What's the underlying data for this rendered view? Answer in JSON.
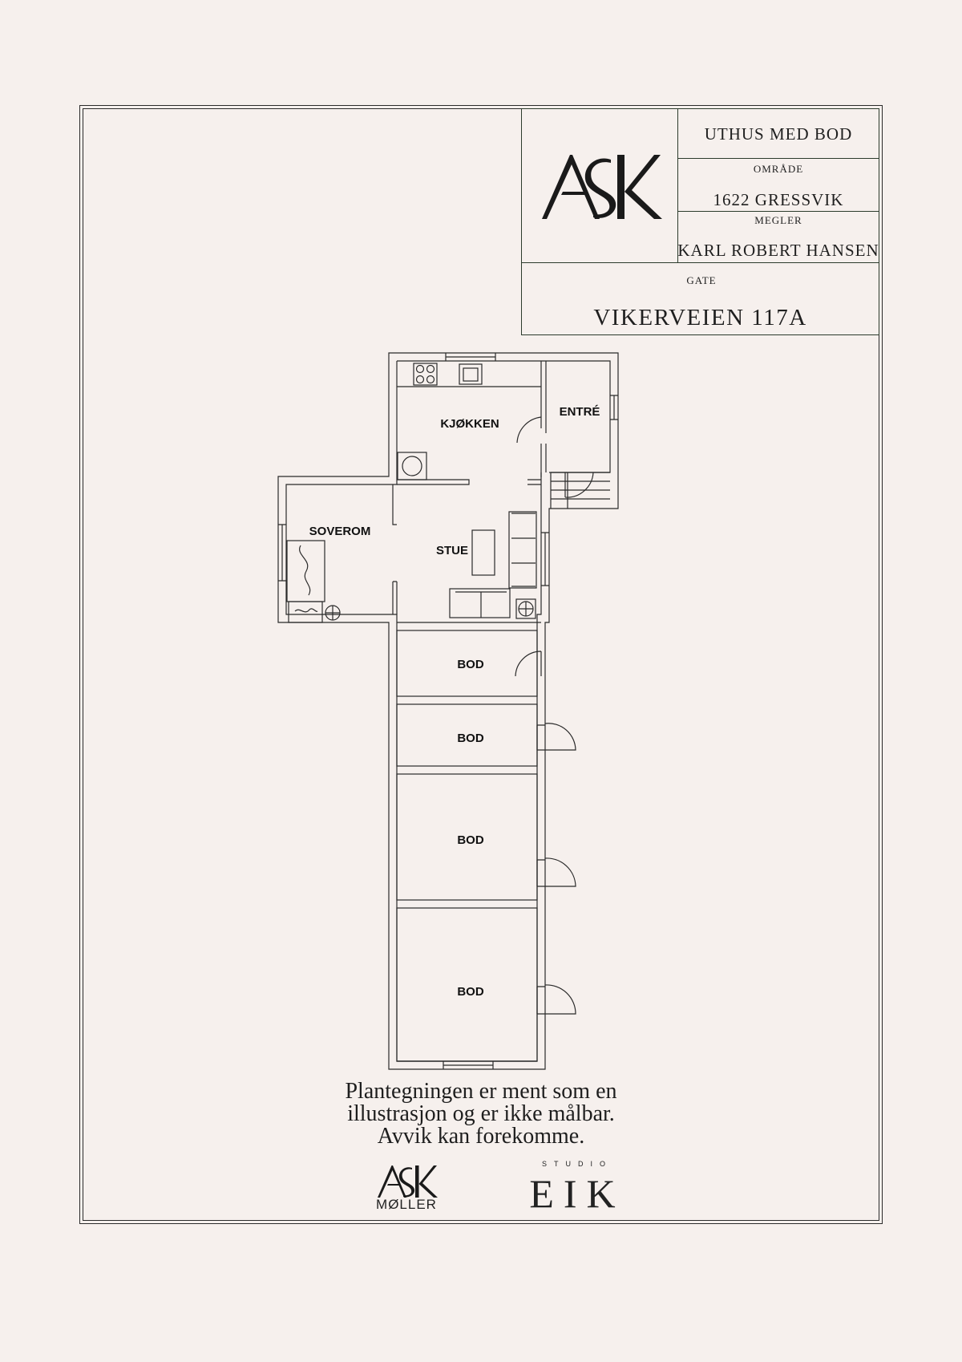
{
  "title_block": {
    "property_type": "UTHUS MED BOD",
    "area_label": "OMRÅDE",
    "area_value": "1622 GRESSVIK",
    "agent_label": "MEGLER",
    "agent_value": "KARL ROBERT HANSEN",
    "street_label": "GATE",
    "street_value": "VIKERVEIEN 117A"
  },
  "logo": {
    "letters": "ASK"
  },
  "rooms": {
    "kitchen": "KJØKKEN",
    "entry": "ENTRÉ",
    "bedroom": "SOVEROM",
    "living": "STUE",
    "storage_1": "BOD",
    "storage_2": "BOD",
    "storage_3": "BOD",
    "storage_4": "BOD"
  },
  "disclaimer": {
    "line1": "Plantegningen er ment som en",
    "line2": "illustrasjon og er ikke målbar.",
    "line3": "Avvik kan forekomme."
  },
  "footer_logos": {
    "ask": "ASK",
    "moller": "MØLLER",
    "studio": "STUDIO",
    "eik": "EIK"
  },
  "colors": {
    "background": "#f6f0ed",
    "lines": "#2c3b2c",
    "ink": "#1d1d1d"
  }
}
